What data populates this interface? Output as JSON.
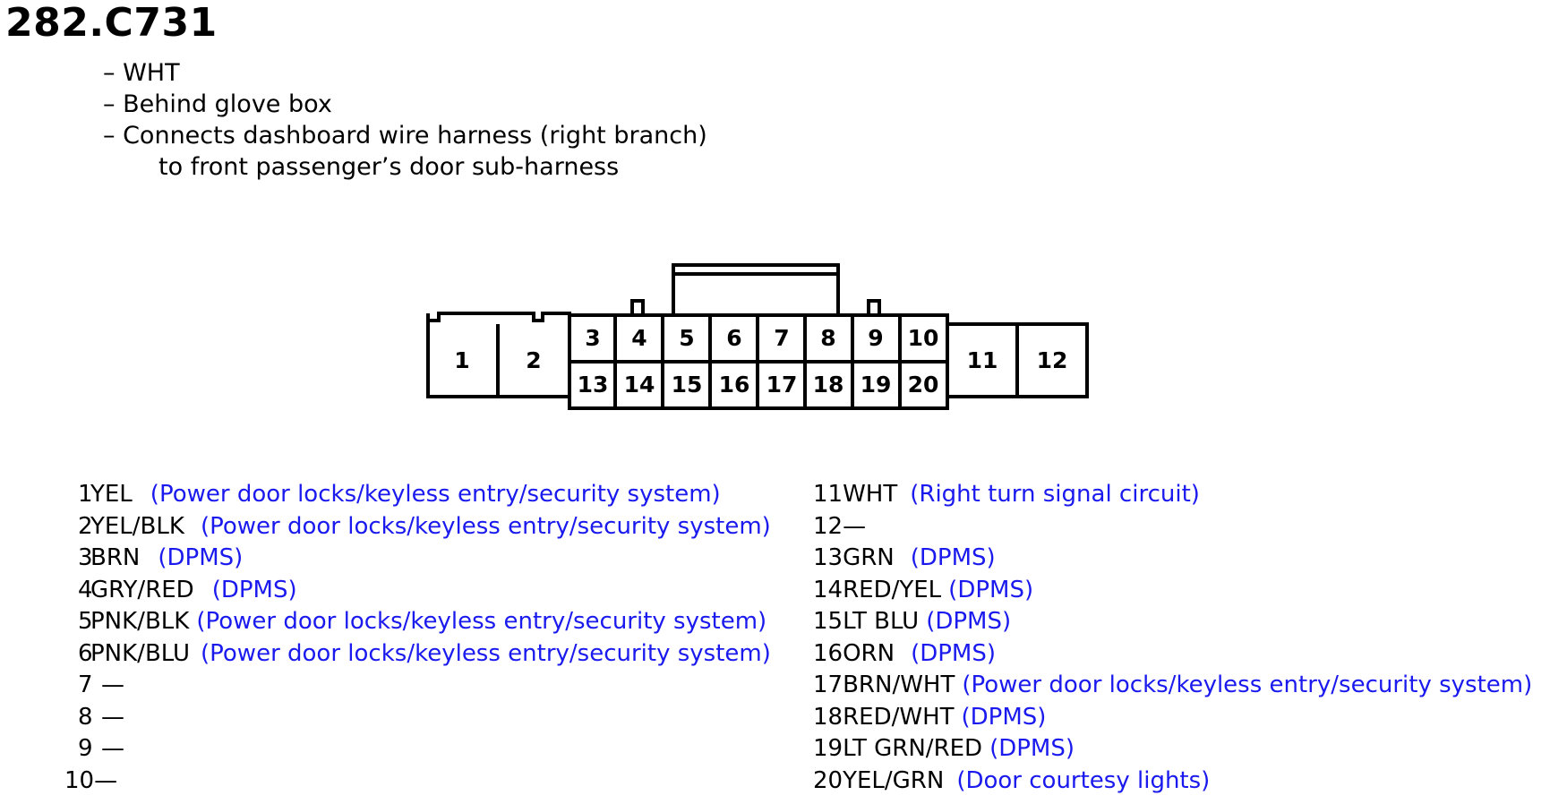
{
  "title": "282.C731",
  "notes": [
    "– WHT",
    "– Behind glove box",
    "– Connects dashboard wire harness (right branch)"
  ],
  "notes_cont": "to front passenger’s door sub-harness",
  "connector": {
    "pins_top": [
      "1",
      "2",
      "3",
      "4",
      "5",
      "6",
      "7",
      "8",
      "9",
      "10",
      "11",
      "12"
    ],
    "pins_bottom": [
      "13",
      "14",
      "15",
      "16",
      "17",
      "18",
      "19",
      "20"
    ]
  },
  "pins_left": [
    {
      "num": "1",
      "color": "YEL",
      "func": "(Power door locks/keyless entry/security system)"
    },
    {
      "num": "2",
      "color": "YEL/BLK",
      "func": "(Power door locks/keyless entry/security system)"
    },
    {
      "num": "3",
      "color": "BRN",
      "func": "(DPMS)"
    },
    {
      "num": "4",
      "color": "GRY/RED",
      "func": "(DPMS)"
    },
    {
      "num": "5",
      "color": "PNK/BLK",
      "func": "(Power door locks/keyless entry/security system)"
    },
    {
      "num": "6",
      "color": "PNK/BLU",
      "func": "(Power door locks/keyless entry/security system)"
    },
    {
      "num": "7",
      "color": "—",
      "func": ""
    },
    {
      "num": "8",
      "color": "—",
      "func": ""
    },
    {
      "num": "9",
      "color": "—",
      "func": ""
    },
    {
      "num": "10",
      "color": "—",
      "func": ""
    }
  ],
  "pins_right": [
    {
      "num": "11",
      "color": "WHT",
      "func": "(Right turn signal circuit)"
    },
    {
      "num": "12",
      "color": "—",
      "func": ""
    },
    {
      "num": "13",
      "color": "GRN",
      "func": "(DPMS)"
    },
    {
      "num": "14",
      "color": "RED/YEL",
      "func": "(DPMS)"
    },
    {
      "num": "15",
      "color": "LT BLU",
      "func": "(DPMS)"
    },
    {
      "num": "16",
      "color": "ORN",
      "func": "(DPMS)"
    },
    {
      "num": "17",
      "color": "BRN/WHT",
      "func": "(Power door locks/keyless entry/security system)"
    },
    {
      "num": "18",
      "color": "RED/WHT",
      "func": "(DPMS)"
    },
    {
      "num": "19",
      "color": "LT GRN/RED",
      "func": "(DPMS)"
    },
    {
      "num": "20",
      "color": "YEL/GRN",
      "func": "(Door courtesy lights)"
    }
  ],
  "colors": {
    "func_text": "#1a1aee",
    "line": "#000000"
  }
}
